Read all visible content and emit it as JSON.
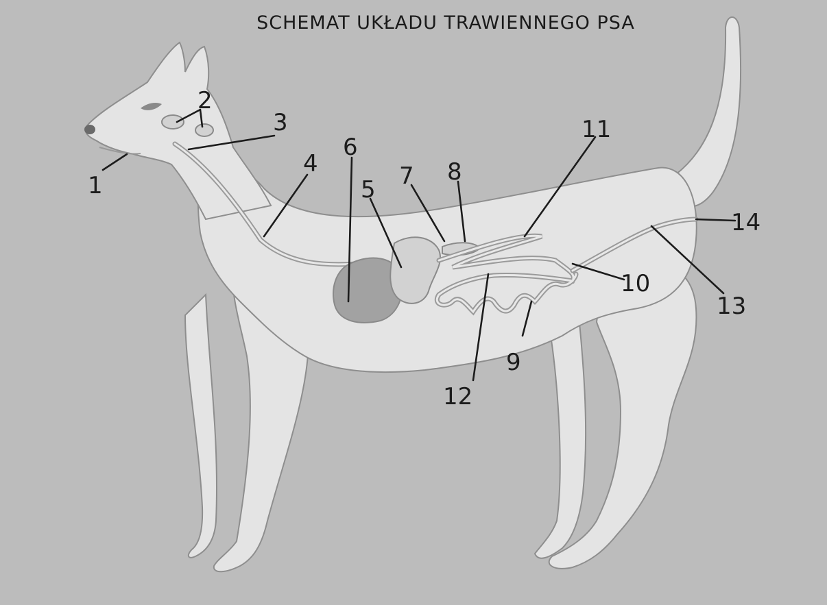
{
  "title": "SCHEMAT UKŁADU TRAWIENNEGO PSA",
  "labels": [
    "1",
    "2",
    "3",
    "4",
    "5",
    "6",
    "7",
    "8",
    "9",
    "10",
    "11",
    "12",
    "13",
    "14"
  ],
  "colors": {
    "background": "#bcbcbc",
    "body": "#e4e4e4",
    "ink": "#1c1c1c"
  }
}
